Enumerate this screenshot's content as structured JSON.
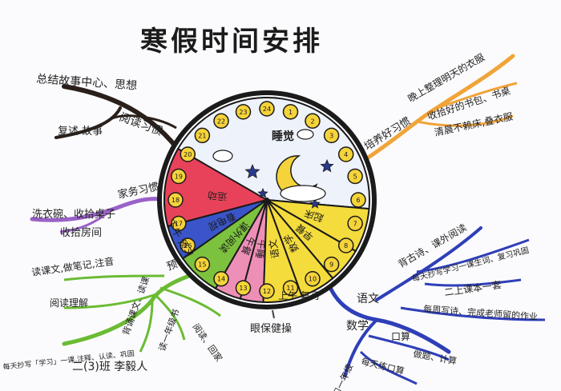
{
  "title": "寒假时间安排",
  "footer": "二(3)班 李毅人",
  "clock": {
    "sleep": "睡觉",
    "hours": [
      "24",
      "1",
      "2",
      "3",
      "4",
      "5",
      "6",
      "7",
      "8",
      "9",
      "10",
      "11",
      "12",
      "13",
      "14",
      "15",
      "16",
      "17",
      "18",
      "19",
      "20",
      "21",
      "22",
      "23"
    ],
    "sectors": [
      {
        "label": "运动",
        "color": "#e8425a"
      },
      {
        "label": "看电视",
        "color": "#3a55c9"
      },
      {
        "label": "课外阅读",
        "color": "#7cc23e"
      },
      {
        "label": "午餐",
        "color": "#ee8fb8"
      },
      {
        "label": "午睡",
        "color": "#ee8fb8"
      },
      {
        "label": "语文",
        "color": "#f4dc3c"
      },
      {
        "label": "数学",
        "color": "#f4dc3c"
      },
      {
        "label": "早餐",
        "color": "#f4dc3c"
      },
      {
        "label": "起床",
        "color": "#f4dc3c"
      }
    ],
    "morning": "上午 复习",
    "afternoon": "下午 预习"
  },
  "branches": {
    "reading": {
      "label": "阅读习惯",
      "color": "#2a1f1a",
      "items": [
        "总结故事中心、思想",
        "复述 故事"
      ]
    },
    "chores": {
      "label": "家务习惯",
      "color": "#9a62c8",
      "items": [
        "洗衣碗、收拾桌子",
        "收拾房间"
      ]
    },
    "habits": {
      "label": "培养好习惯",
      "color": "#f0a43a",
      "items": [
        "晚上整理明天的衣服",
        "收拾好的书包、书桌",
        "清晨不赖床,叠衣服"
      ]
    },
    "eye": {
      "label": "眼保健操",
      "color": "#444444"
    },
    "preview": {
      "label": "预习",
      "color": "#6bbb33",
      "items": [
        "读课文,做笔记,注音",
        "阅读理解",
        "每天抄写「学习」一课,注释、认读、巩固",
        "背诵课文、读课",
        "阅读、回家",
        "读一年级书"
      ]
    },
    "review": {
      "color": "#2f3fb8",
      "chinese": "语文",
      "chinese_items": [
        "背古诗、课外阅读",
        "每天抄写学习一课生词、复习巩固",
        "二上课本一套",
        "每周写诗、完成老师留的作业"
      ],
      "math": "数学",
      "math_items": [
        "口算",
        "做题、计算",
        "每天练口算",
        "复习一年级"
      ]
    }
  }
}
